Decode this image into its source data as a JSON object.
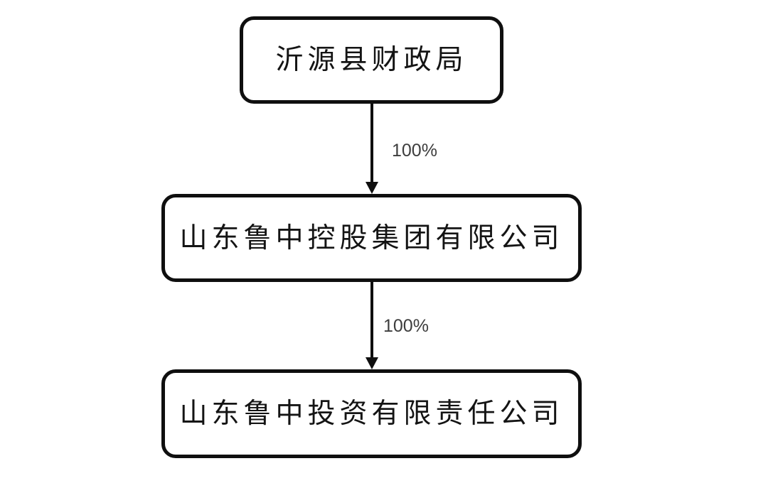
{
  "diagram": {
    "title": "equity-structure-chart",
    "colors": {
      "background": "#ffffff",
      "node_border": "#0f0f0f",
      "node_fill": "#ffffff",
      "node_text": "#141414",
      "edge": "#0f0f0f",
      "edge_label_text": "#3d3d3d"
    },
    "nodes": [
      {
        "id": "top",
        "label": "沂源县财政局"
      },
      {
        "id": "middle",
        "label": "山东鲁中控股集团有限公司"
      },
      {
        "id": "bottom",
        "label": "山东鲁中投资有限责任公司"
      }
    ],
    "edges": [
      {
        "from": "top",
        "to": "middle",
        "label": "100%",
        "direction": "down"
      },
      {
        "from": "middle",
        "to": "bottom",
        "label": "100%",
        "direction": "down"
      }
    ]
  }
}
